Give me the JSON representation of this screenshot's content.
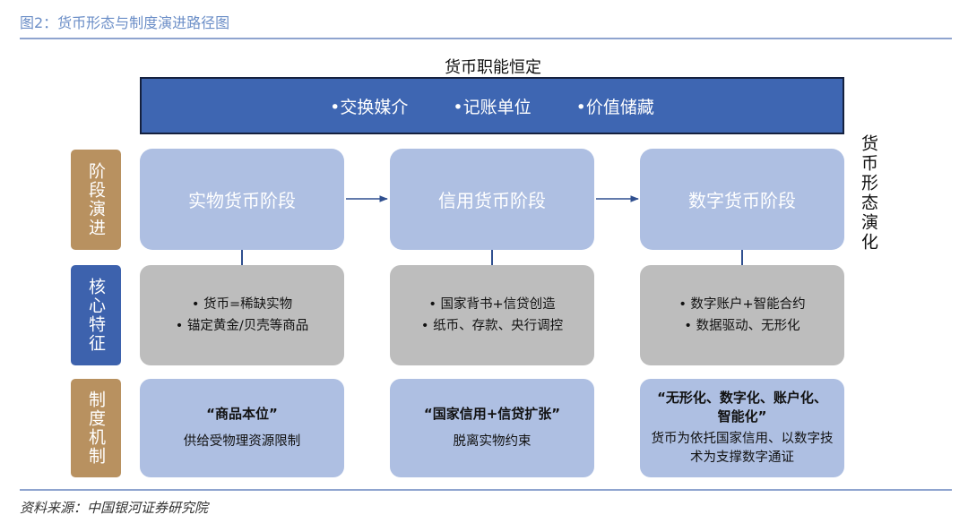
{
  "figure_title": "图2：货币形态与制度演进路径图",
  "source": "资料来源：中国银河证券研究院",
  "header": {
    "title": "货币职能恒定",
    "functions": [
      "•交换媒介",
      "•记账单位",
      "•价值储藏"
    ]
  },
  "side_labels": {
    "stage": "阶段演进",
    "core": "核心特征",
    "institution": "制度机制"
  },
  "right_label": "货币形态演化",
  "columns": [
    {
      "stage": "实物货币阶段",
      "features": [
        "•  货币=稀缺实物",
        "•  锚定黄金/贝壳等商品"
      ],
      "institution_head": "“商品本位”",
      "institution_desc": "供给受物理资源限制"
    },
    {
      "stage": "信用货币阶段",
      "features": [
        "•  国家背书+信贷创造",
        "•  纸币、存款、央行调控"
      ],
      "institution_head": "“国家信用+信贷扩张”",
      "institution_desc": "脱离实物约束"
    },
    {
      "stage": "数字货币阶段",
      "features": [
        "•  数字账户+智能合约",
        "•  数据驱动、无形化"
      ],
      "institution_head": "“无形化、数字化、账户化、智能化”",
      "institution_desc": "货币为依托国家信用、以数字技术为支撑数字通证"
    }
  ],
  "colors": {
    "constant_box": "#3e66b2",
    "stage_box": "#aebfe2",
    "feature_box": "#bdbdbd",
    "brown_tag": "#b89160",
    "blue_tag": "#3d62ad"
  }
}
